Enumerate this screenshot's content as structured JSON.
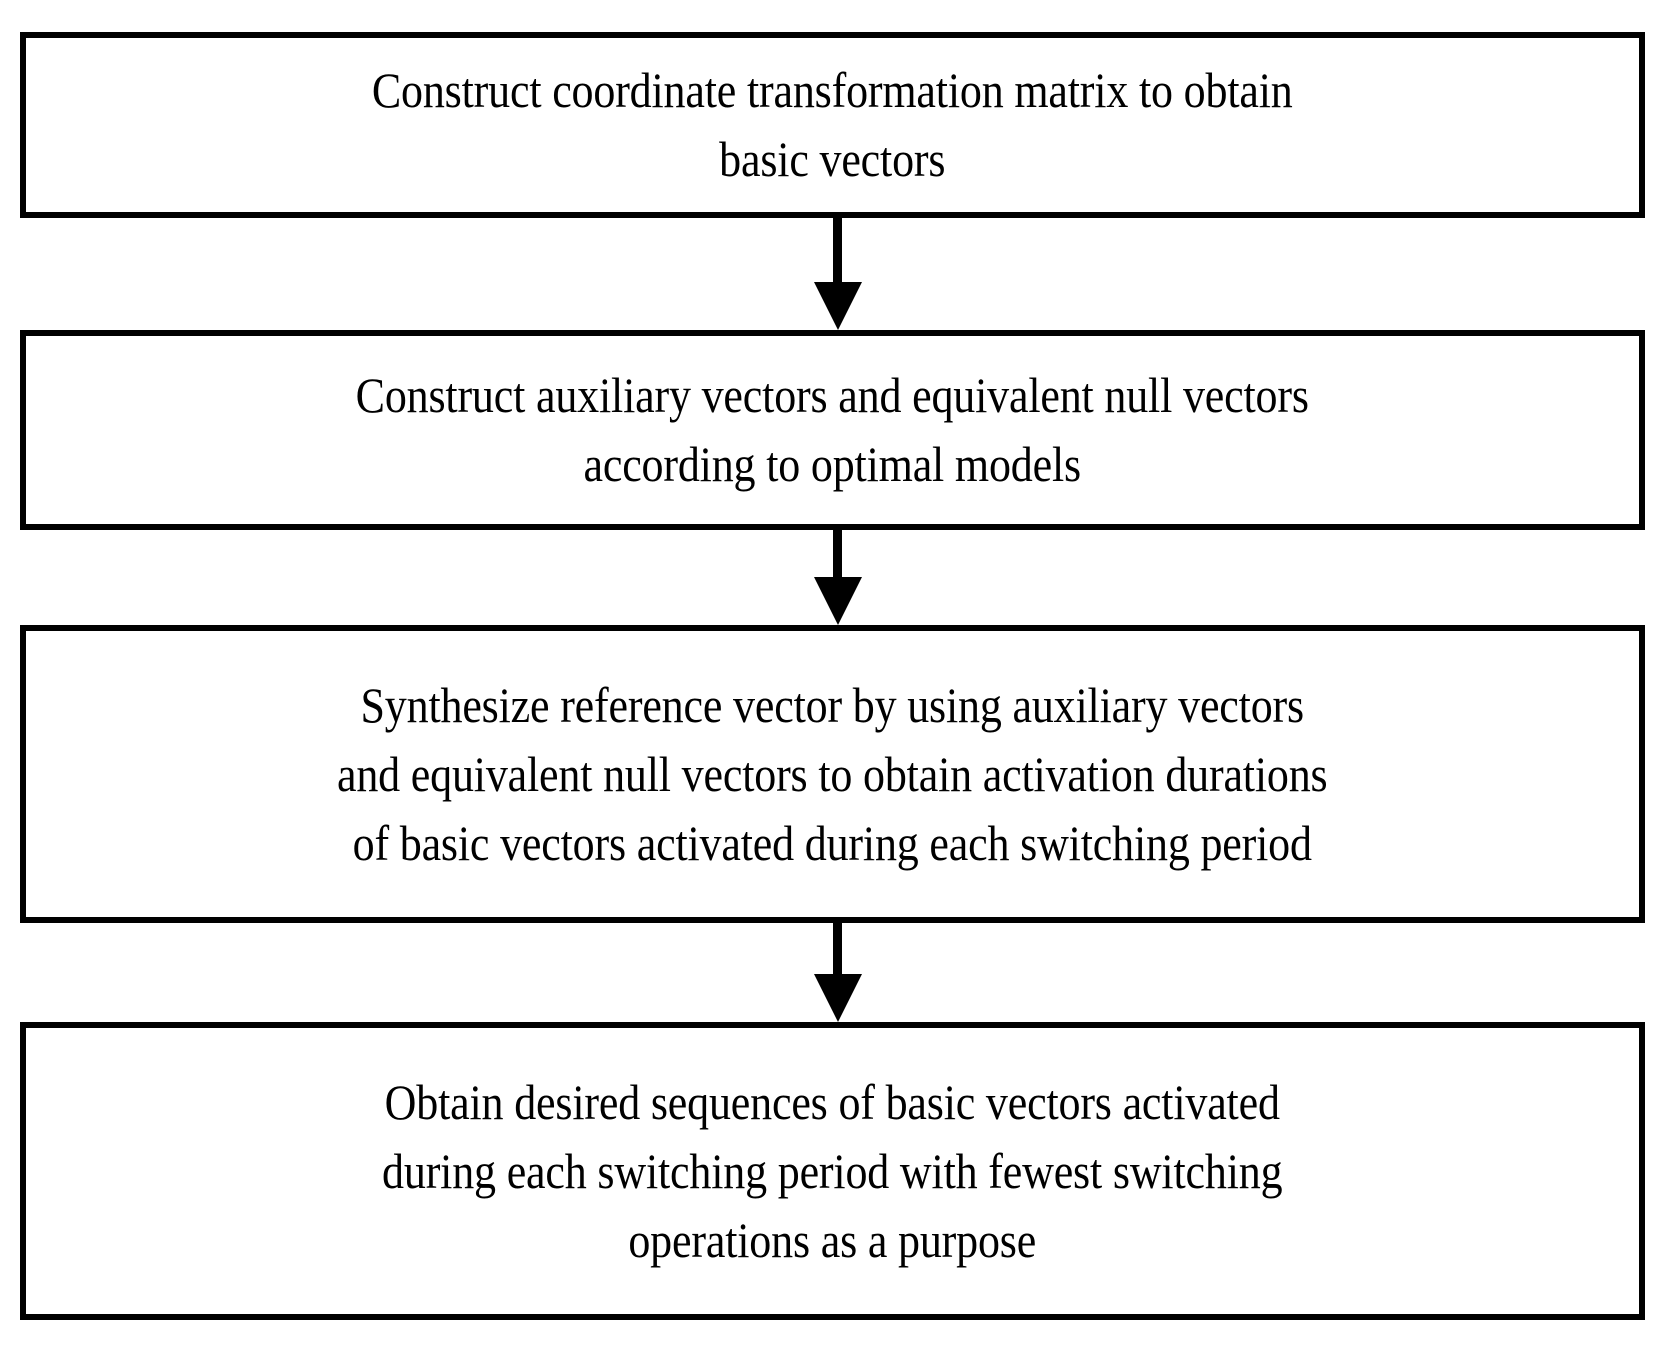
{
  "diagram": {
    "type": "flowchart",
    "orientation": "vertical",
    "background_color": "#ffffff",
    "border_color": "#000000",
    "text_color": "#000000",
    "steps": [
      {
        "id": "step-1",
        "text": "Construct coordinate transformation matrix to obtain\nbasic vectors"
      },
      {
        "id": "step-2",
        "text": "Construct auxiliary vectors and equivalent null vectors\naccording to optimal models"
      },
      {
        "id": "step-3",
        "text": "Synthesize reference vector by using auxiliary vectors\nand equivalent null vectors to obtain activation durations\nof basic vectors activated during each switching period"
      },
      {
        "id": "step-4",
        "text": "Obtain desired sequences of basic vectors activated\nduring each switching period with fewest switching\noperations as a purpose"
      }
    ],
    "connectors": [
      {
        "id": "connector-1",
        "from": "step-1",
        "to": "step-2",
        "glyph": "arrow-down-icon"
      },
      {
        "id": "connector-2",
        "from": "step-2",
        "to": "step-3",
        "glyph": "arrow-down-icon"
      },
      {
        "id": "connector-3",
        "from": "step-3",
        "to": "step-4",
        "glyph": "arrow-down-icon"
      }
    ]
  }
}
